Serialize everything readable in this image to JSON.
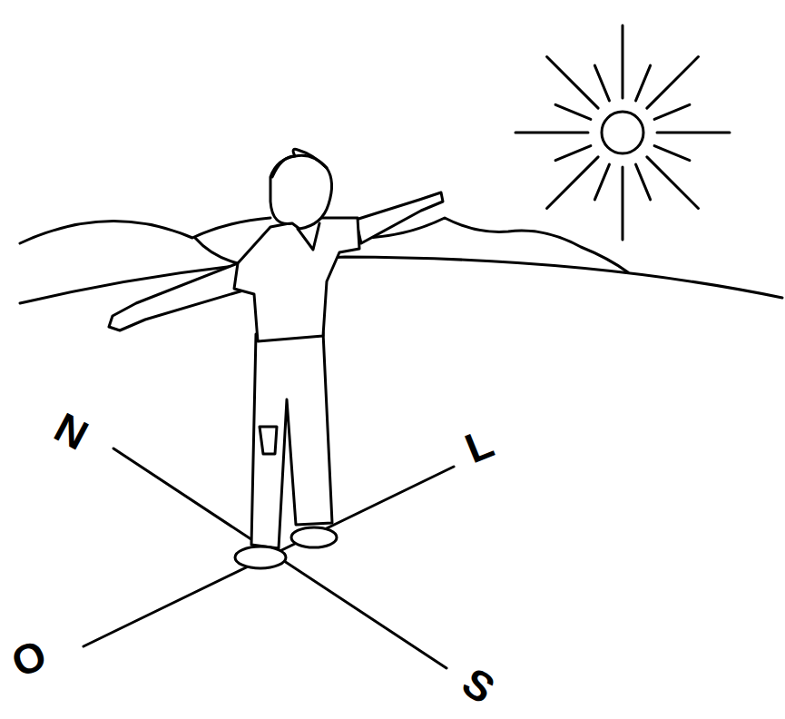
{
  "diagram": {
    "labels": [
      "N",
      "L",
      "O",
      "S"
    ]
  }
}
